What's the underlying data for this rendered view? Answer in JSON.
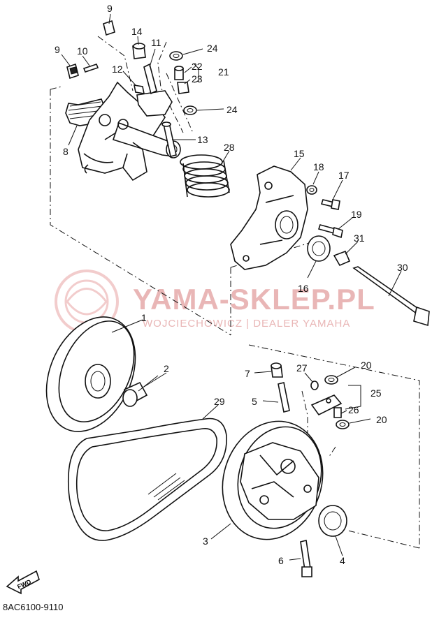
{
  "diagram": {
    "code": "8AC6100-9110",
    "direction_label": "FWD",
    "watermark": {
      "title": "YAMA-SKLEP.PL",
      "subtitle": "WOJCIECHOWICZ | DEALER YAMAHA",
      "color": "#e9b6b6"
    },
    "callouts": [
      "9",
      "14",
      "11",
      "24",
      "9",
      "10",
      "12",
      "22",
      "21",
      "23",
      "24",
      "8",
      "13",
      "28",
      "15",
      "18",
      "17",
      "19",
      "31",
      "30",
      "16",
      "1",
      "2",
      "29",
      "7",
      "27",
      "20",
      "25",
      "5",
      "26",
      "20",
      "3",
      "6",
      "4"
    ]
  }
}
